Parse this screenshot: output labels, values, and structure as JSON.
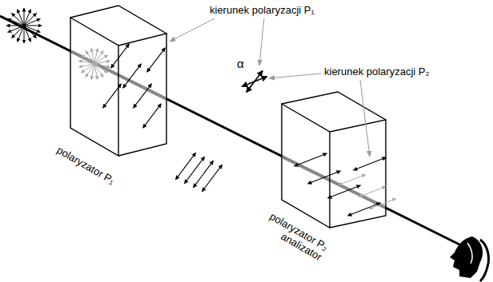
{
  "diagram": {
    "labels": [
      "kierunek polaryzacji P₁",
      "α",
      "kierunek polaryzacji P₂",
      "polaryzator P₁",
      "polaryzator P₂",
      "analizator"
    ]
  }
}
